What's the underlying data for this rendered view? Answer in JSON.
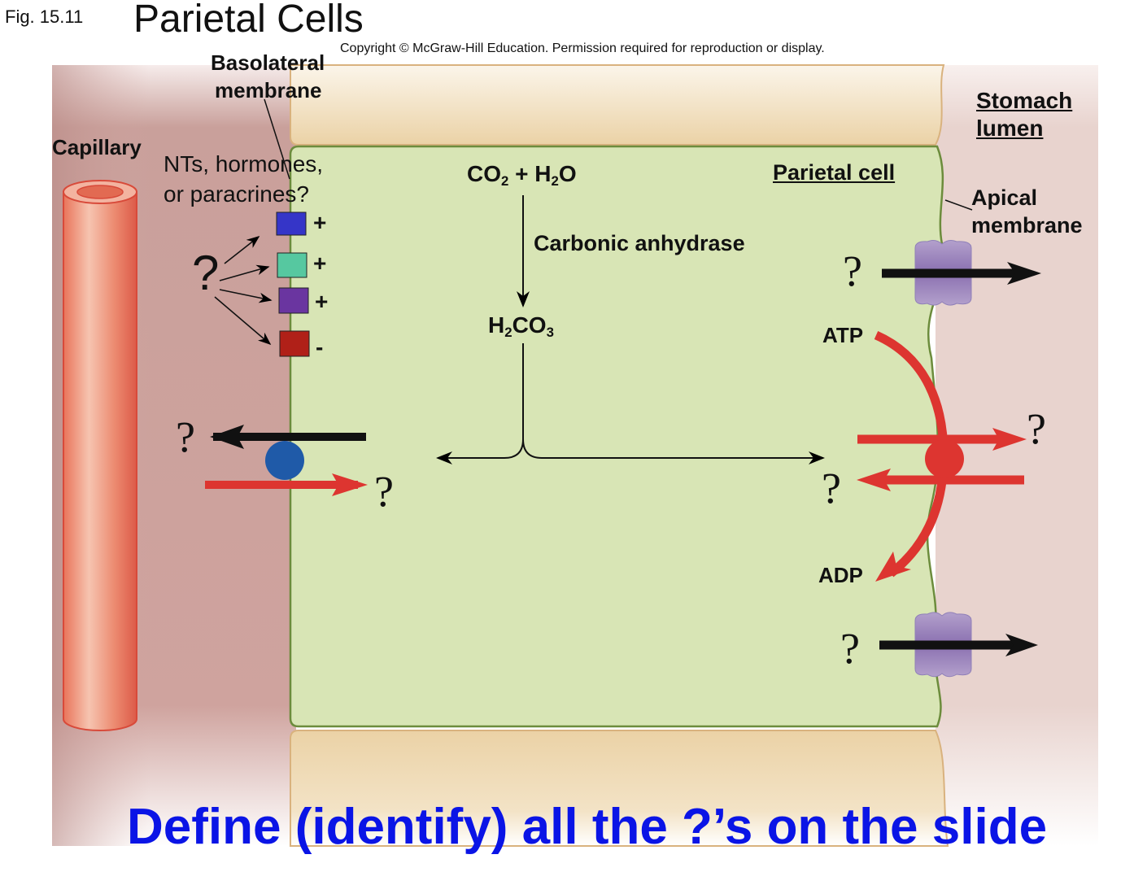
{
  "header": {
    "fig_label": "Fig. 15.11",
    "title": "Parietal Cells",
    "copyright": "Copyright © McGraw-Hill Education. Permission required for reproduction or display."
  },
  "labels": {
    "basolateral_1": "Basolateral",
    "basolateral_2": "membrane",
    "capillary": "Capillary",
    "signals_1": "NTs, hormones,",
    "signals_2": "or paracrines?",
    "stomach_lumen_1": "Stomach",
    "stomach_lumen_2": "lumen",
    "parietal_cell": "Parietal cell",
    "apical_1": "Apical",
    "apical_2": "membrane",
    "reactants": {
      "co": "CO",
      "co_sub": "2",
      "plus_h": " + H",
      "h_sub": "2",
      "o": "O"
    },
    "enzyme": "Carbonic anhydrase",
    "product": {
      "h": "H",
      "h_sub": "2",
      "co": "CO",
      "co_sub": "3"
    },
    "atp": "ATP",
    "adp": "ADP"
  },
  "receptors": [
    {
      "color": "#3535c8",
      "sign": "+"
    },
    {
      "color": "#56c8a0",
      "sign": "+"
    },
    {
      "color": "#6a35a0",
      "sign": "+"
    },
    {
      "color": "#b02018",
      "sign": "-"
    }
  ],
  "unknowns": {
    "signal_source": "?",
    "basolateral_out": "?",
    "basolateral_in": "?",
    "apical_channel_top": "?",
    "pump_out": "?",
    "pump_in": "?",
    "apical_channel_bottom": "?"
  },
  "prompt": "Define (identify) all the ?’s on the slide",
  "colors": {
    "prompt": "#0a14e6",
    "pump": "#dd3530",
    "cell": "#d8e5b5"
  }
}
